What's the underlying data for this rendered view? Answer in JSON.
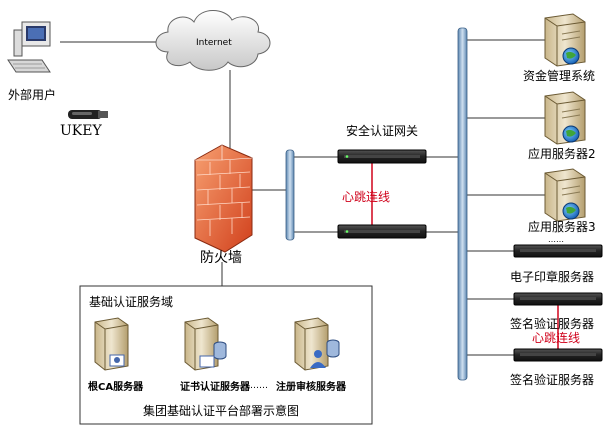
{
  "labels": {
    "internet": "Internet",
    "external_user": "外部用户",
    "ukey": "UKEY",
    "firewall": "防火墙",
    "gateway": "安全认证网关",
    "heartbeat_top": "心跳连线",
    "heartbeat_bottom": "心跳连线",
    "domain_title": "基础认证服务域",
    "root_ca": "根CA服务器",
    "cert_auth": "证书认证服务器",
    "ellipsis_mid": "……",
    "reg_review": "注册审核服务器",
    "caption": "集团基础认证平台部署示意图",
    "fund_system": "资金管理系统",
    "app_server2": "应用服务器2",
    "app_server3": "应用服务器3",
    "ellipsis_right": "……",
    "e_seal": "电子印章服务器",
    "sign_verify1": "签名验证服务器",
    "sign_verify2": "签名验证服务器"
  },
  "colors": {
    "line": "#333333",
    "heartbeat": "#d0021b",
    "bus": "#8fb0cf",
    "firewall": "#e8542a"
  }
}
